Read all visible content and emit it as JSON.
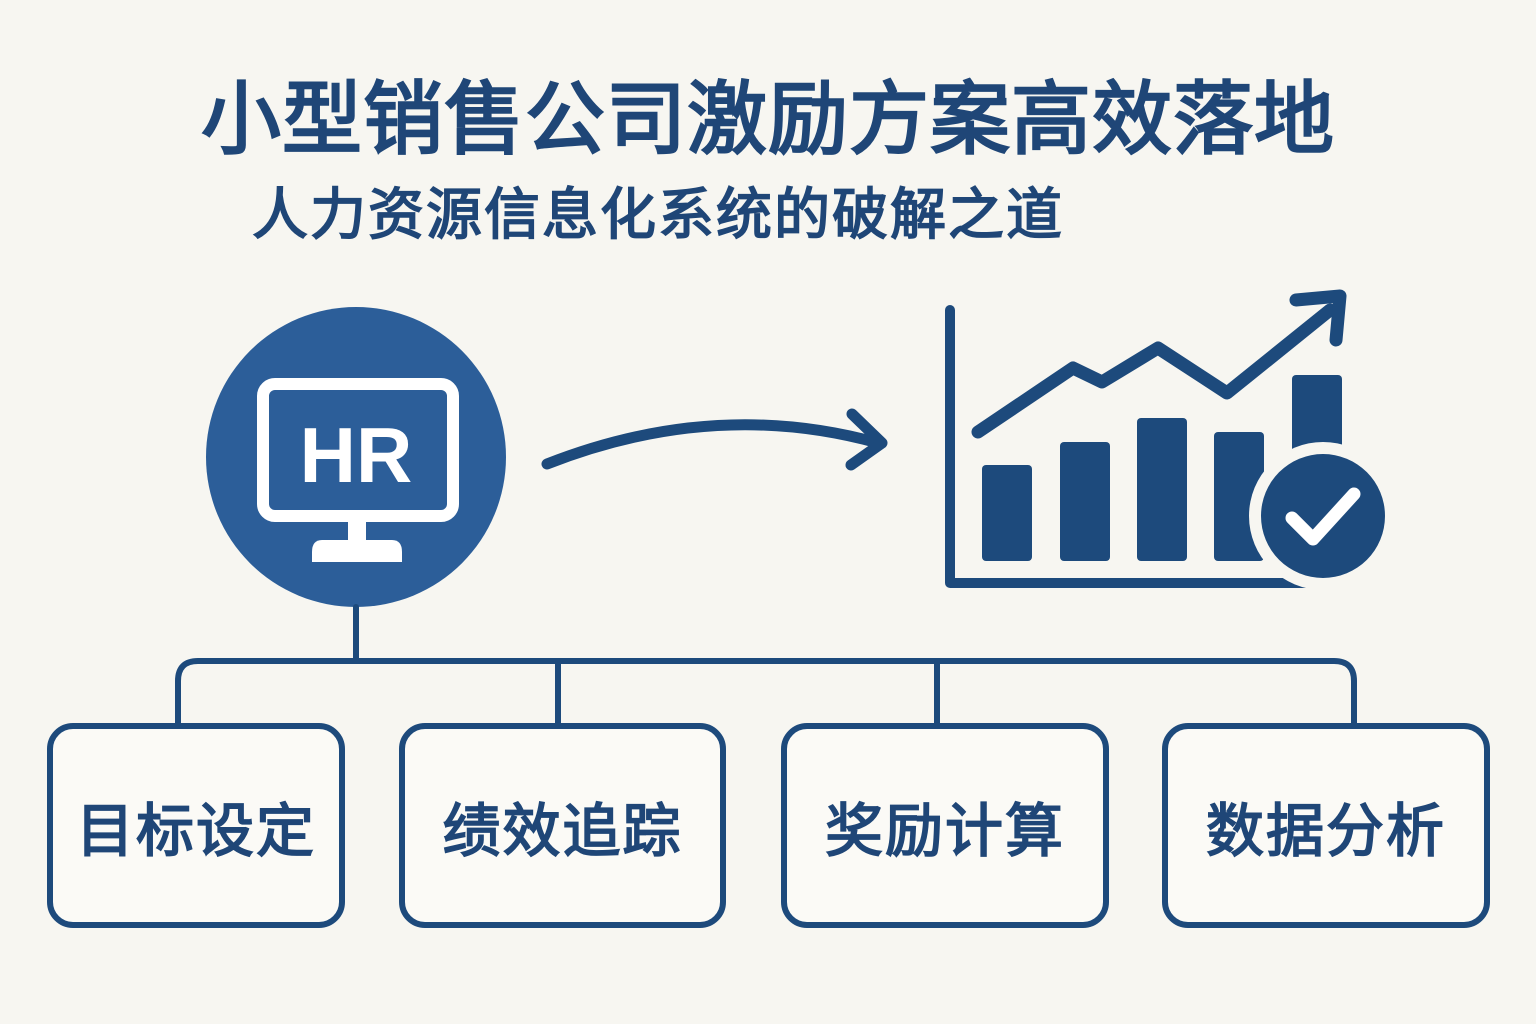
{
  "title": "小型销售公司激励方案高效落地",
  "subtitle": "人力资源信息化系统的破解之道",
  "hr_label": "HR",
  "modules": [
    {
      "label": "目标设定"
    },
    {
      "label": "绩效追踪"
    },
    {
      "label": "奖励计算"
    },
    {
      "label": "数据分析"
    }
  ],
  "icons": {
    "hr": "computer-monitor-icon",
    "arrow": "curved-arrow-icon",
    "growth": "growth-chart-icon",
    "check": "checkmark-icon"
  },
  "colors": {
    "primary": "#1d4a7c",
    "accent": "#2c5e99",
    "background": "#f7f6f1",
    "icon_white": "#ffffff"
  }
}
